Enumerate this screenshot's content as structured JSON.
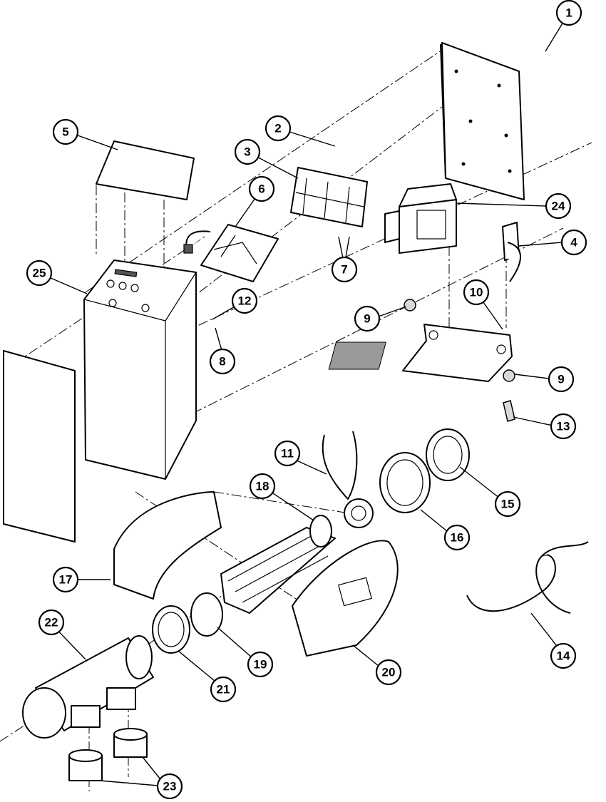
{
  "diagram": {
    "callouts": [
      {
        "id": "c1",
        "label": "1"
      },
      {
        "id": "c2",
        "label": "2"
      },
      {
        "id": "c3",
        "label": "3"
      },
      {
        "id": "c4",
        "label": "4"
      },
      {
        "id": "c5",
        "label": "5"
      },
      {
        "id": "c6",
        "label": "6"
      },
      {
        "id": "c7",
        "label": "7"
      },
      {
        "id": "c8",
        "label": "8"
      },
      {
        "id": "c9a",
        "label": "9"
      },
      {
        "id": "c9b",
        "label": "9"
      },
      {
        "id": "c10",
        "label": "10"
      },
      {
        "id": "c11",
        "label": "11"
      },
      {
        "id": "c12",
        "label": "12"
      },
      {
        "id": "c13",
        "label": "13"
      },
      {
        "id": "c14",
        "label": "14"
      },
      {
        "id": "c15",
        "label": "15"
      },
      {
        "id": "c16",
        "label": "16"
      },
      {
        "id": "c17",
        "label": "17"
      },
      {
        "id": "c18",
        "label": "18"
      },
      {
        "id": "c19",
        "label": "19"
      },
      {
        "id": "c20",
        "label": "20"
      },
      {
        "id": "c21",
        "label": "21"
      },
      {
        "id": "c22",
        "label": "22"
      },
      {
        "id": "c23",
        "label": "23"
      },
      {
        "id": "c24",
        "label": "24"
      },
      {
        "id": "c25",
        "label": "25"
      }
    ]
  }
}
